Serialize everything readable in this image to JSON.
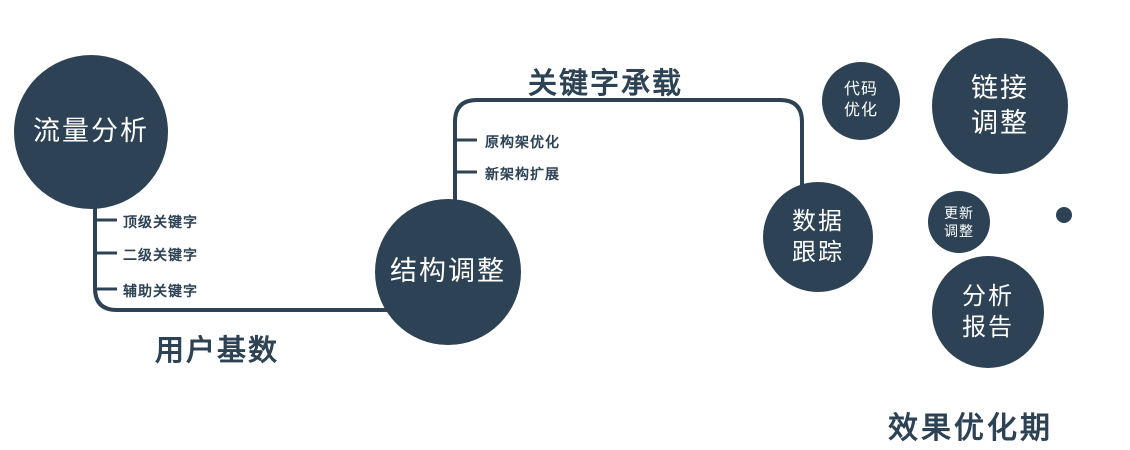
{
  "diagram": {
    "nodes": {
      "traffic_analysis": {
        "label": "流量分析"
      },
      "structure_adjust": {
        "label": "结构调整"
      },
      "data_tracking": {
        "label": "数据\n跟踪"
      },
      "code_optimization": {
        "label": "代码\n优化"
      },
      "link_adjustment": {
        "label": "链接\n调整"
      },
      "update_adjustment": {
        "label": "更新\n调整"
      },
      "analysis_report": {
        "label": "分析\n报告"
      }
    },
    "edge_labels": {
      "keyword_carrying": "关键字承载",
      "user_base": "用户基数"
    },
    "tick_labels": {
      "top_keywords": "顶级关键字",
      "secondary_keywords": "二级关键字",
      "auxiliary_keywords": "辅助关键字",
      "original_framework_opt": "原构架优化",
      "new_framework_expand": "新架构扩展"
    },
    "caption": "效果优化期",
    "colors": {
      "primary": "#2d4355",
      "node_text": "#ffffff",
      "background": "#ffffff"
    }
  }
}
